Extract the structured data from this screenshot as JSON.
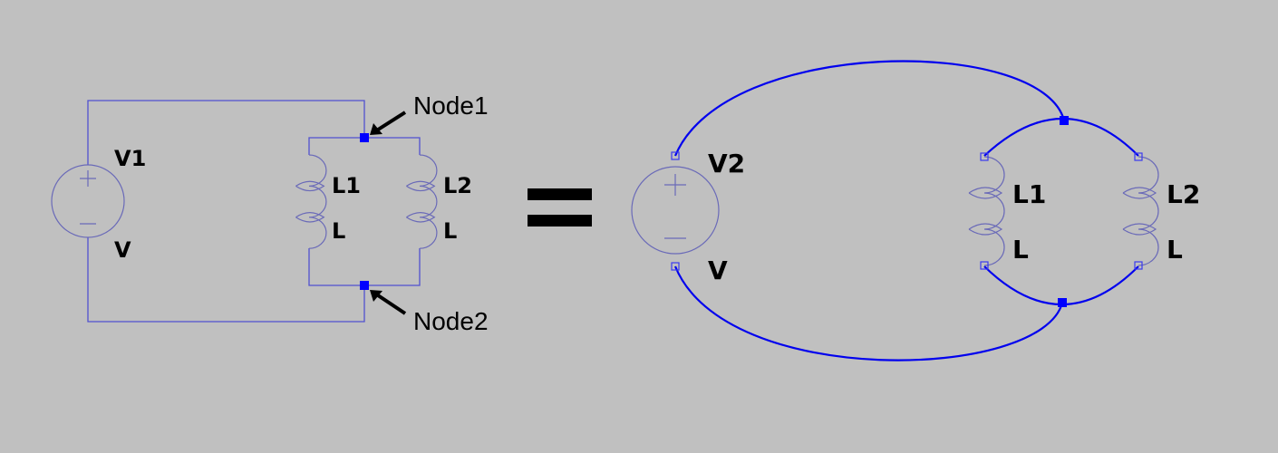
{
  "left_circuit": {
    "source": {
      "name": "V1",
      "value": "V"
    },
    "inductors": [
      {
        "name": "L1",
        "value": "L"
      },
      {
        "name": "L2",
        "value": "L"
      }
    ],
    "node_labels": [
      "Node1",
      "Node2"
    ]
  },
  "equals": "=",
  "right_circuit": {
    "source": {
      "name": "V2",
      "value": "V"
    },
    "inductors": [
      {
        "name": "L1",
        "value": "L"
      },
      {
        "name": "L2",
        "value": "L"
      }
    ]
  },
  "colors": {
    "background": "#c0c0c0",
    "wire": "#0000ee",
    "symbol": "#6a6ab8",
    "text": "#000000"
  }
}
